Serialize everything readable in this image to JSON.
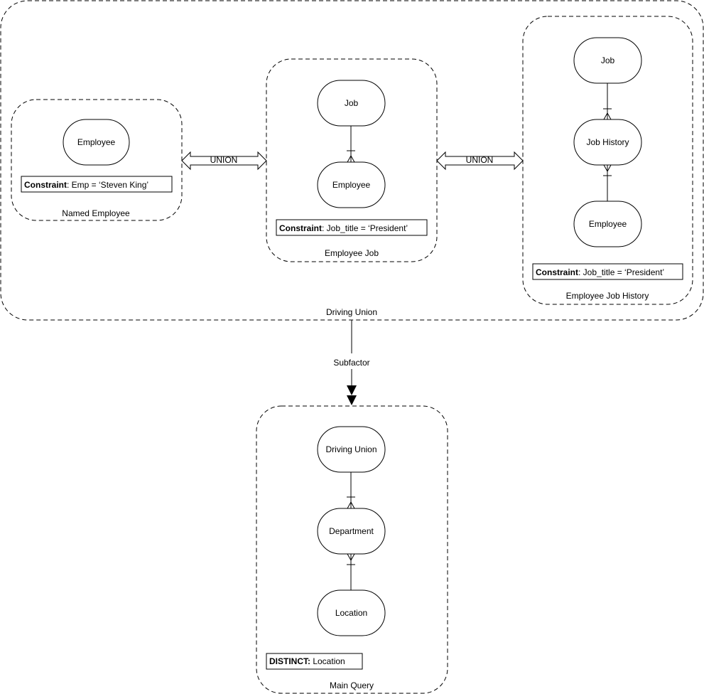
{
  "groups": {
    "driving_union": "Driving Union",
    "named_employee": "Named Employee",
    "employee_job": "Employee Job",
    "employee_job_history": "Employee Job History",
    "main_query": "Main Query"
  },
  "nodes": {
    "named_employee": "Employee",
    "ej_job": "Job",
    "ej_employee": "Employee",
    "ejh_job": "Job",
    "ejh_job_history": "Job History",
    "ejh_employee": "Employee",
    "mq_driving_union": "Driving Union",
    "mq_department": "Department",
    "mq_location": "Location"
  },
  "constraints": {
    "named_employee": {
      "keyword": "Constraint",
      "rest": ": Emp = ‘Steven King’"
    },
    "employee_job": {
      "keyword": "Constraint",
      "rest": ": Job_title = ‘President’"
    },
    "employee_job_history": {
      "keyword": "Constraint",
      "rest": ": Job_title = ‘President’"
    },
    "main_query": {
      "keyword": "DISTINCT:",
      "rest": " Location"
    }
  },
  "edges": {
    "union_left": "UNION",
    "union_right": "UNION",
    "subfactor": "Subfactor"
  }
}
